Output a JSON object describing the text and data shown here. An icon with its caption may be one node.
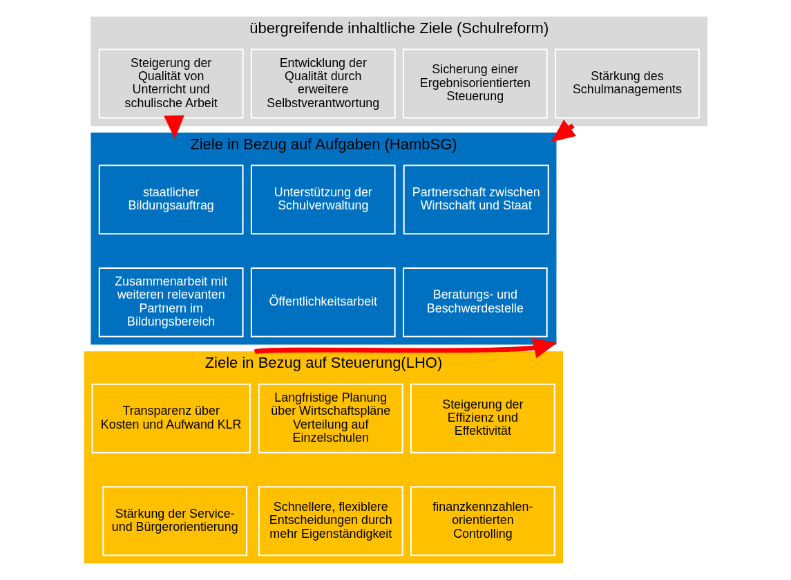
{
  "diagram": {
    "nodes": [
      {
        "text": [
          "übergreifende inhaltliche Ziele (Schulreform)"
        ]
      },
      {
        "text": [
          "Steigerung der Qualität von Unterricht und schulische Arbeit"
        ],
        "in": 0
      },
      {
        "text": [
          "Entwicklung der Qualität durch erweitere Selbstverantwortung"
        ],
        "in": 0
      },
      {
        "text": [
          "Sicherung einer Ergebnisorientierten Steuerung"
        ],
        "in": 0
      },
      {
        "text": [
          "Stärkung des Schulmanagements"
        ],
        "in": 0
      },
      {
        "text": [
          "Ziele in Bezug auf Aufgaben (HambSG)"
        ]
      },
      {
        "text": [
          "staatlicher Bildungsauftrag"
        ],
        "in": 5
      },
      {
        "text": [
          "Unterstützung der Schulverwaltung"
        ],
        "in": 5
      },
      {
        "text": [
          "Partnerschaft zwischen Wirtschaft und Staat"
        ],
        "in": 5
      },
      {
        "text": [
          "Zusammenarbeit mit weiteren relevanten Partnern im Bildungsbereich"
        ],
        "in": 5
      },
      {
        "text": [
          "Öffentlichkeitsarbeit"
        ],
        "in": 5
      },
      {
        "text": [
          "Beratungs- und Beschwerdestelle"
        ],
        "in": 5
      },
      {
        "text": [
          "Ziele in Bezug auf Steuerung(LHO)"
        ]
      },
      {
        "text": [
          "Transparenz über Kosten und Aufwand KLR"
        ],
        "in": 12
      },
      {
        "text": [
          "Langfristige Planung über Wirtschaftspläne Verteilung auf Einzelschulen"
        ],
        "in": 12
      },
      {
        "text": [
          "Steigerung der Effizienz und Effektivität"
        ],
        "in": 12
      },
      {
        "text": [
          "Stärkung der Service- und Bürgerorientierung"
        ],
        "in": 12
      },
      {
        "text": [
          "Schnellere, flexiblere Entscheidungen durch mehr Eigenständigkeit"
        ],
        "in": 12
      },
      {
        "text": [
          "finanzkennzahlen- orientierten Controlling"
        ],
        "in": 12
      }
    ],
    "edges": [
      {
        "from": 0,
        "to": 5,
        "arrow": "to"
      },
      {
        "from": 0,
        "to": 5,
        "arrow": "to"
      },
      {
        "from": 12,
        "to": 5,
        "arrow": "to"
      }
    ]
  }
}
